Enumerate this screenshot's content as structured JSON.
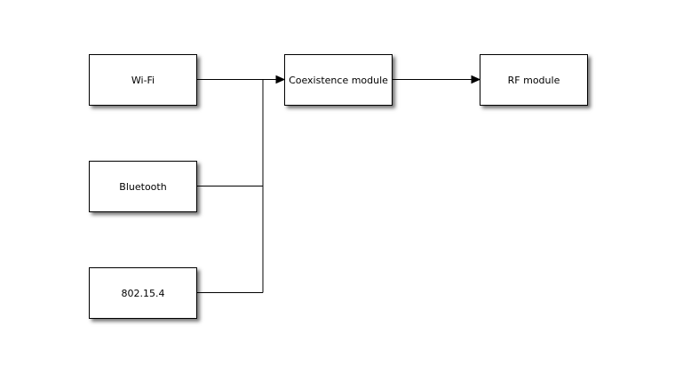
{
  "diagram": {
    "type": "block-diagram",
    "background_color": "#ffffff",
    "line_color": "#000000",
    "node_fill_color": "#ffffff",
    "node_border_color": "#000000",
    "nodes": [
      {
        "id": "wifi",
        "label": "Wi-Fi"
      },
      {
        "id": "bluetooth",
        "label": "Bluetooth"
      },
      {
        "id": "802154",
        "label": "802.15.4"
      },
      {
        "id": "coexistence",
        "label": "Coexistence module"
      },
      {
        "id": "rf",
        "label": "RF module"
      }
    ],
    "edges": [
      {
        "from": "Wi-Fi",
        "to": "Coexistence module",
        "arrow": true
      },
      {
        "from": "Bluetooth",
        "to": "Coexistence module",
        "arrow": true
      },
      {
        "from": "802.15.4",
        "to": "Coexistence module",
        "arrow": true
      },
      {
        "from": "Coexistence module",
        "to": "RF module",
        "arrow": true
      }
    ]
  }
}
